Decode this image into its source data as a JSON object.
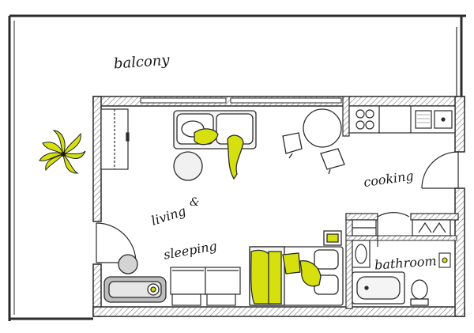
{
  "rooms": {
    "balcony": "balcony",
    "living_line1": "living",
    "living_amp": "&",
    "living_line2": "sleeping",
    "cooking": "cooking",
    "bathroom": "bathroom"
  },
  "colors": {
    "ink": "#1a1a1a",
    "wall": "#2b2b2b",
    "hatch": "#777777",
    "accent": "#d6e00f",
    "furniture_fill": "#f4f4f4",
    "gray_fill": "#bdbdbd"
  },
  "icons": {
    "plant": "potted-plant-icon",
    "sofa": "sofa-icon",
    "bed": "double-bed-icon",
    "table": "round-table-icon",
    "stove": "stove-icon",
    "sink": "kitchen-sink-icon",
    "toilet": "toilet-icon",
    "bathtub": "bathtub-icon"
  }
}
